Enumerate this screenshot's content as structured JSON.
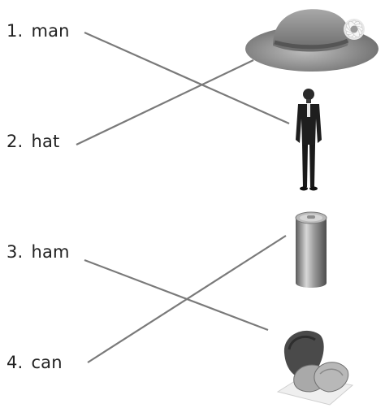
{
  "items": [
    {
      "number": "1.",
      "word": "man"
    },
    {
      "number": "2.",
      "word": "hat"
    },
    {
      "number": "3.",
      "word": "ham"
    },
    {
      "number": "4.",
      "word": "can"
    }
  ],
  "pictures": [
    "hat-image",
    "man-image",
    "can-image",
    "ham-image"
  ],
  "colors": {
    "line": "#7a7a7a",
    "text": "#222222"
  }
}
